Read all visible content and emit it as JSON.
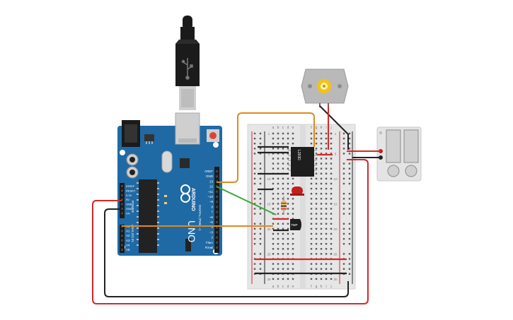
{
  "board": {
    "brand": "ARDUINO",
    "model": "UNO",
    "digital_header_label": "DIGITAL (PWM ~)",
    "power_header_label": "POWER",
    "analog_header_label": "ANALOG IN",
    "top_pins": [
      "AREF",
      "GND",
      "13",
      "12",
      "~11",
      "~10",
      "~9",
      "8",
      "7",
      "~6",
      "~5",
      "4",
      "~3",
      "2",
      "TX▸1",
      "RX◂0"
    ],
    "power_pins": [
      "IOREF",
      "RESET",
      "3.3V",
      "5V",
      "GND",
      "GND",
      "Vin"
    ],
    "analog_pins": [
      "A0",
      "A1",
      "A2",
      "A3",
      "A4",
      "A5"
    ]
  },
  "breadboard": {
    "col_letters_left": [
      "a",
      "b",
      "c",
      "d",
      "e"
    ],
    "col_letters_right": [
      "f",
      "g",
      "h",
      "i",
      "j"
    ],
    "row_numbers": [
      "1",
      "5",
      "10",
      "15",
      "20",
      "25",
      "30"
    ]
  },
  "components": {
    "motor_driver_label": "L293D",
    "sensor_label": "TMP"
  },
  "colors": {
    "board_blue": "#1f6aa5",
    "wire_red": "#d62828",
    "wire_black": "#222222",
    "wire_orange": "#e08a1e",
    "wire_green": "#3aa63a",
    "breadboard": "#e6e6e6"
  }
}
